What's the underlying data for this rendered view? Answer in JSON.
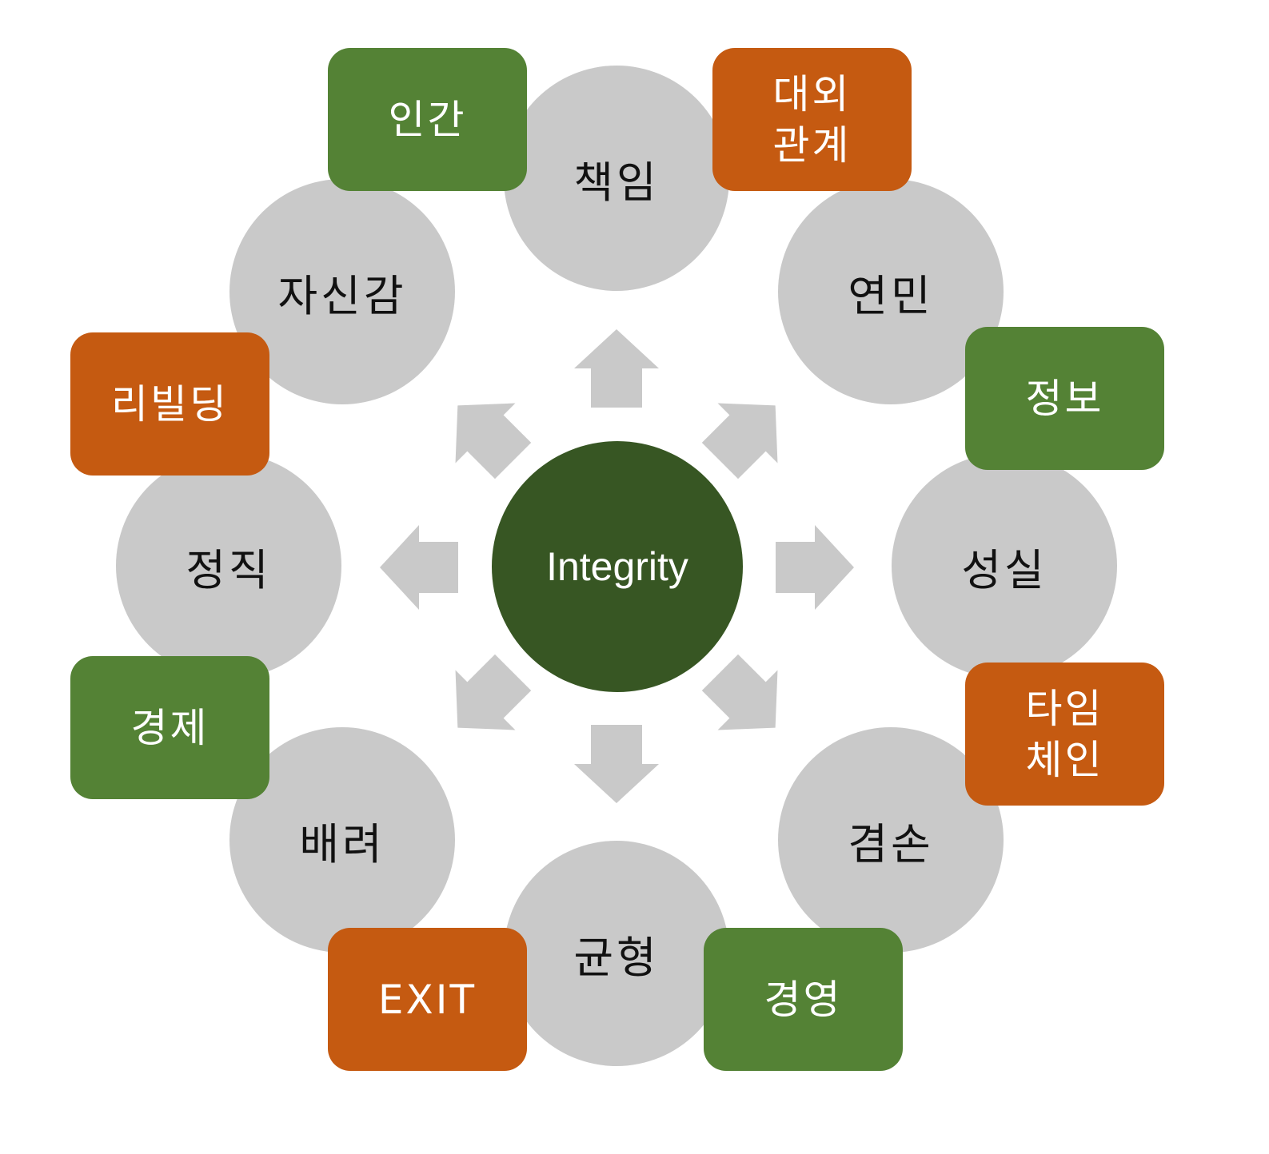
{
  "center": {
    "label": "Integrity"
  },
  "values": [
    {
      "label": "책임"
    },
    {
      "label": "연민"
    },
    {
      "label": "성실"
    },
    {
      "label": "겸손"
    },
    {
      "label": "균형"
    },
    {
      "label": "배려"
    },
    {
      "label": "정직"
    },
    {
      "label": "자신감"
    }
  ],
  "tags": [
    {
      "label": "인간",
      "color": "green"
    },
    {
      "label": "대외\n관계",
      "color": "orange"
    },
    {
      "label": "정보",
      "color": "green"
    },
    {
      "label": "타임\n체인",
      "color": "orange"
    },
    {
      "label": "경영",
      "color": "green"
    },
    {
      "label": "EXIT",
      "color": "orange"
    },
    {
      "label": "경제",
      "color": "green"
    },
    {
      "label": "리빌딩",
      "color": "orange"
    }
  ],
  "colors": {
    "circle": "#c9c9c9",
    "center": "#375623",
    "green": "#548235",
    "orange": "#c55a11",
    "arrow": "#c9c9c9"
  }
}
